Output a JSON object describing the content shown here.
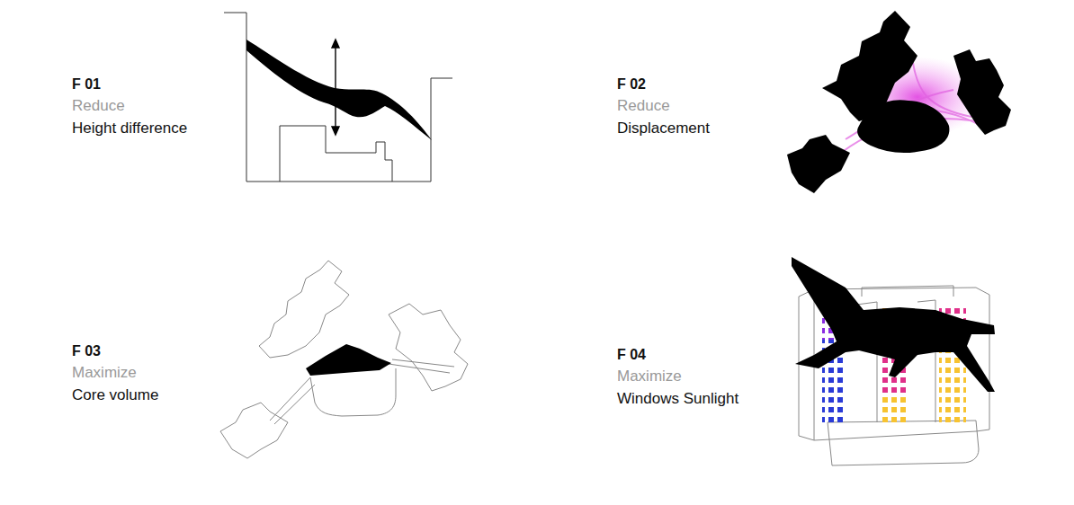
{
  "diagram": {
    "labels": [
      "F 01",
      "Reduce",
      "Height difference",
      "F 02",
      "Reduce",
      "Displacement",
      "F 03",
      "Maximize",
      "Core volume",
      "F 04",
      "Maximize",
      "Windows Sunlight"
    ]
  }
}
